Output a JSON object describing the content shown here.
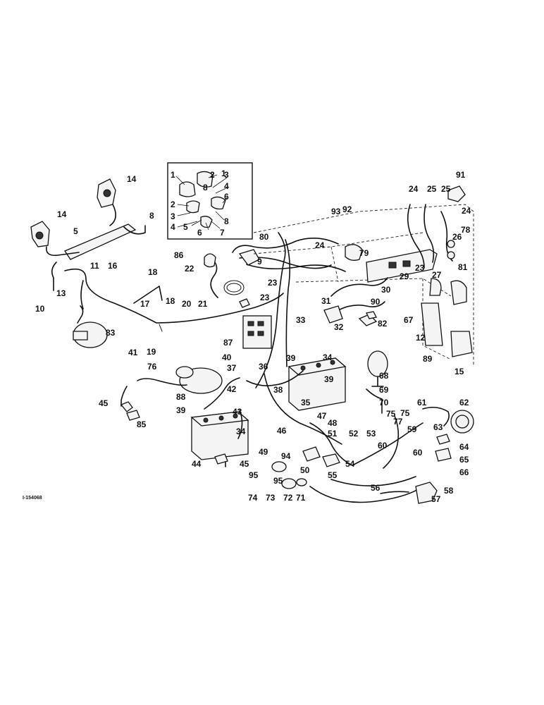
{
  "drawing_id": "I-154068",
  "inset_labels": [
    "1",
    "2",
    "3",
    "4",
    "6",
    "2",
    "3",
    "8",
    "4",
    "5",
    "6",
    "7",
    "8",
    "1"
  ],
  "callouts": [
    "14",
    "14",
    "8",
    "5",
    "16",
    "11",
    "13",
    "10",
    "83",
    "18",
    "18",
    "17",
    "20",
    "21",
    "19",
    "86",
    "22",
    "80",
    "9",
    "23",
    "23",
    "24",
    "93",
    "92",
    "79",
    "23",
    "29",
    "30",
    "27",
    "81",
    "90",
    "31",
    "32",
    "82",
    "33",
    "87",
    "91",
    "24",
    "25",
    "25",
    "24",
    "78",
    "26",
    "67",
    "12",
    "89",
    "15",
    "34",
    "39",
    "37",
    "36",
    "40",
    "42",
    "38",
    "35",
    "39",
    "41",
    "76",
    "45",
    "85",
    "88",
    "43",
    "39",
    "34",
    "44",
    "45",
    "47",
    "48",
    "46",
    "49",
    "51",
    "52",
    "53",
    "94",
    "95",
    "50",
    "54",
    "95",
    "55",
    "74",
    "73",
    "72",
    "71",
    "68",
    "69",
    "70",
    "75",
    "77",
    "61",
    "62",
    "75",
    "63",
    "59",
    "64",
    "60",
    "60",
    "65",
    "66",
    "56",
    "58",
    "57"
  ]
}
